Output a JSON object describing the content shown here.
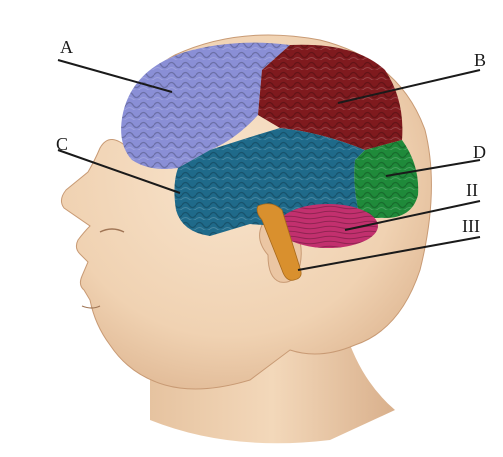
{
  "labels": {
    "a": "A",
    "b": "B",
    "c": "C",
    "d": "D",
    "ii": "II",
    "iii": "III"
  },
  "colors": {
    "skin": "#f1d5b7",
    "skin_shadow": "#d9b08c",
    "frontal": "#8a8fd6",
    "parietal": "#7f1a1e",
    "temporal": "#1f6a8a",
    "occipital": "#1f8a3a",
    "cerebellum": "#c2306e",
    "brainstem": "#d9902e",
    "leader_line": "#1a1a1a"
  }
}
